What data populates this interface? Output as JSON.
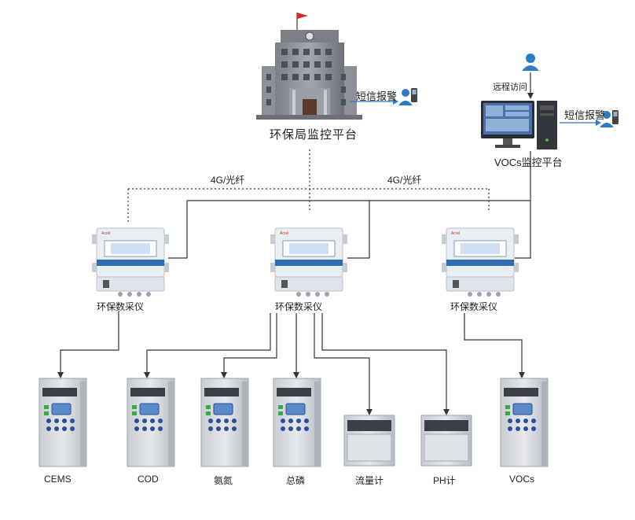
{
  "epb": {
    "name": "环保局监控平台",
    "sms": "短信报警"
  },
  "vocs_platform": {
    "name": "VOCs监控平台",
    "remote": "远程访问",
    "sms": "短信报警"
  },
  "links": {
    "left": "4G/光纤",
    "right": "4G/光纤"
  },
  "collectors": [
    {
      "label": "环保数采仪"
    },
    {
      "label": "环保数采仪"
    },
    {
      "label": "环保数采仪"
    }
  ],
  "devices": [
    {
      "label": "CEMS"
    },
    {
      "label": "COD"
    },
    {
      "label": "氨氮"
    },
    {
      "label": "总磷"
    },
    {
      "label": "流量计"
    },
    {
      "label": "PH计"
    },
    {
      "label": "VOCs"
    }
  ],
  "colors": {
    "building": "#8c9197",
    "building_dark": "#5f646a",
    "monitor_screen": "#4b6fa8",
    "cabinet": "#d6d9dd",
    "cabinet_display": "#3a3f45",
    "cabinet_button": "#2d4e9c",
    "cabinet_indicator": "#3fa64a",
    "collector_body": "#e9eef3",
    "collector_screen": "#2f6db3",
    "user_icon": "#2c7cc5",
    "flag": "#d42a2a"
  }
}
